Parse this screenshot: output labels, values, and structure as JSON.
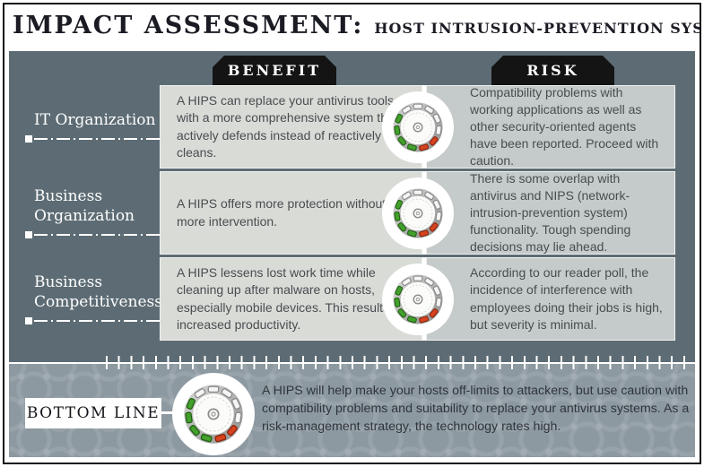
{
  "header": {
    "title": "IMPACT ASSESSMENT:",
    "subtitle": "HOST INTRUSION-PREVENTION SYSTEMS"
  },
  "columns": {
    "benefit": "BENEFIT",
    "risk": "RISK"
  },
  "rows": [
    {
      "label": "IT Organization",
      "benefit": "A HIPS can replace your antivirus tools with a more comprehensive system that actively defends instead of reactively cleans.",
      "risk": "Compatibility problems with working applications as well as other security-oriented agents have been reported. Proceed with caution."
    },
    {
      "label": "Business Organization",
      "benefit": "A HIPS offers more protection without more intervention.",
      "risk": "There is some overlap with antivirus and NIPS (network-intrusion-prevention system) functionality. Tough spending decisions may lie ahead."
    },
    {
      "label": "Business Competitiveness",
      "benefit": "A HIPS lessens lost work time while cleaning up after malware on hosts, especially mobile devices. This results in increased productivity.",
      "risk": "According to our reader poll, the incidence of interference with employees doing their jobs is high, but severity is minimal."
    }
  ],
  "footer": {
    "label": "BOTTOM LINE",
    "text": "A HIPS will help make your hosts off-limits to attackers, but use caution with compatibility problems and suitability to replace your antivirus systems. As a risk-management strategy, the technology rates high."
  },
  "gauge": {
    "icon": "risk-dial-gauge-icon",
    "segments": [
      "empty",
      "empty",
      "empty",
      "empty",
      "red",
      "red",
      "green",
      "green",
      "green",
      "green",
      "empty"
    ],
    "colors": {
      "green": "#43a02c",
      "red": "#d8431f",
      "empty": "#f5f5f3"
    }
  },
  "colors": {
    "main_background": "#5d6c74",
    "footer_background": "#8d99a1",
    "benefit_panel": "#d9dbd7",
    "risk_panel": "#c5cbca",
    "tab_black": "#141414"
  }
}
